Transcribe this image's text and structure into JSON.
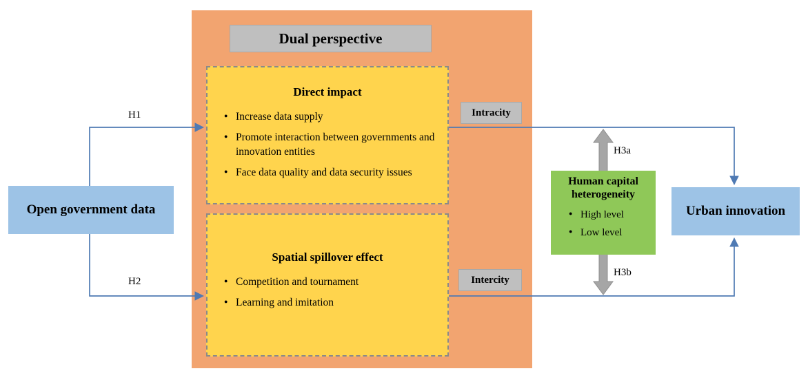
{
  "colors": {
    "panel_orange": "#F2A470",
    "box_yellow": "#FFD44D",
    "box_blue": "#9DC3E6",
    "box_green": "#8FC858",
    "label_gray": "#BFBFBF",
    "line_blue": "#4F7AB3",
    "arrow_gray": "#A6A6A6"
  },
  "panel": {
    "title": "Dual perspective",
    "direct_impact": {
      "title": "Direct impact",
      "bullets": [
        "Increase data supply",
        "Promote interaction between governments and innovation entities",
        "Face data quality and data security issues"
      ]
    },
    "spatial_spillover": {
      "title": "Spatial spillover effect",
      "bullets": [
        "Competition and tournament",
        "Learning and imitation"
      ]
    }
  },
  "nodes": {
    "open_government_data": "Open government data",
    "urban_innovation": "Urban innovation",
    "human_capital": {
      "title": "Human capital heterogeneity",
      "bullets": [
        "High level",
        "Low level"
      ]
    }
  },
  "edge_labels": {
    "h1": "H1",
    "h2": "H2",
    "h3a": "H3a",
    "h3b": "H3b",
    "intracity": "Intracity",
    "intercity": "Intercity"
  }
}
